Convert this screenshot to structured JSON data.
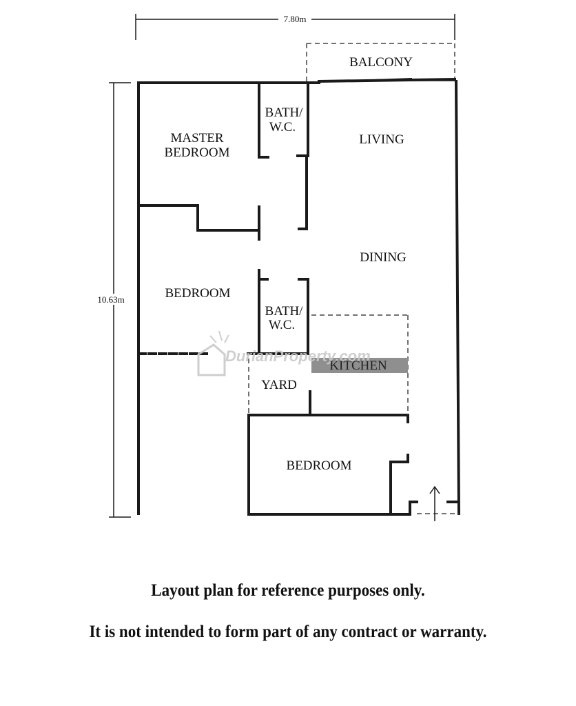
{
  "dimensions": {
    "width": "7.80m",
    "height": "10.63m"
  },
  "rooms": {
    "balcony": "BALCONY",
    "master_bedroom_line1": "MASTER",
    "master_bedroom_line2": "BEDROOM",
    "bath1_line1": "BATH/",
    "bath1_line2": "W.C.",
    "living": "LIVING",
    "dining": "DINING",
    "bedroom2": "BEDROOM",
    "bath2_line1": "BATH/",
    "bath2_line2": "W.C.",
    "kitchen": "KITCHEN",
    "yard": "YARD",
    "bedroom3": "BEDROOM"
  },
  "watermark": "DurianProperty.com",
  "disclaimer": {
    "line1": "Layout plan for reference purposes only.",
    "line2": "It is not intended to form part of any contract or warranty."
  },
  "colors": {
    "line": "#1a1a1a",
    "background": "#ffffff",
    "watermark": "#c9c9c9",
    "kitchen_band": "#8f8f8f"
  }
}
